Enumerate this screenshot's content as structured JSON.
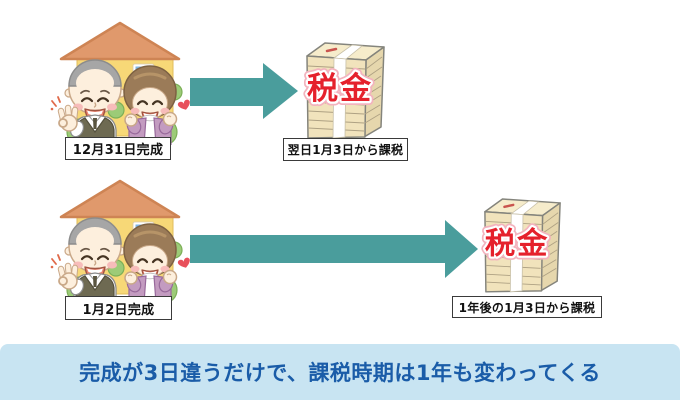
{
  "rows": [
    {
      "completion_label": "12月31日完成",
      "tax_label": "税金",
      "caption": "翌日1月3日から課税"
    },
    {
      "completion_label": "1月2日完成",
      "tax_label": "税金",
      "caption": "1年後の1月3日から課税"
    }
  ],
  "banner": {
    "text": "完成が3日違うだけで、課税時期は1年も変わってくる"
  },
  "colors": {
    "arrow_teal": "#4A9D9C",
    "banner_bg": "#C8E4F2",
    "banner_text": "#1A5CA8",
    "tax_text_red": "#E5212C",
    "bundle_front": "#F1E3BC",
    "bundle_side": "#E6D7AD",
    "bundle_top": "#F6ECCB",
    "house_wall": "#F7D877",
    "house_roof": "#E0996C",
    "window_blue": "#7FB5E5",
    "bush_green": "#9CCB77",
    "label_border": "#3A3A3A",
    "heart_red": "#E8505B"
  },
  "icons": {
    "house": "house-icon",
    "arrow": "arrow-right-icon",
    "tax_bundle": "tax-bundle-icon",
    "heart": "heart-icon",
    "sparkle": "sparkle-icon"
  }
}
